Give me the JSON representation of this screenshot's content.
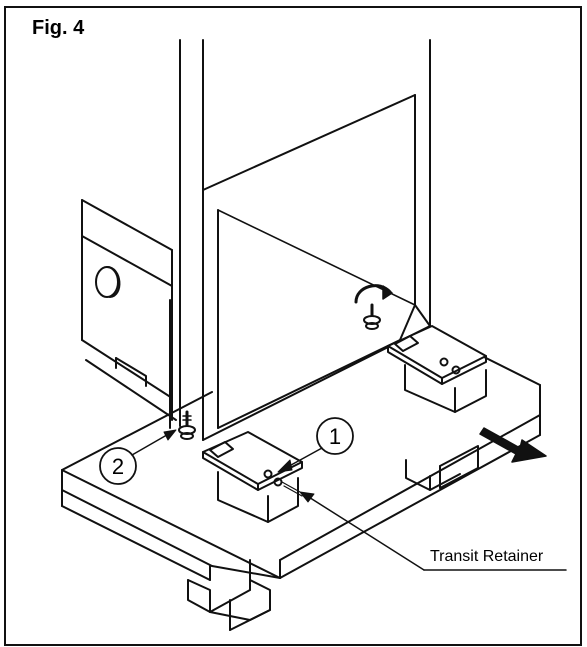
{
  "figure": {
    "title": "Fig. 4"
  },
  "callouts": [
    {
      "number": "1"
    },
    {
      "number": "2"
    }
  ],
  "labels": {
    "transit_retainer": "Transit Retainer"
  },
  "icons": [
    "rotation-arrow-icon",
    "direction-arrow-icon"
  ],
  "colors": {
    "line": "#111111",
    "background": "#ffffff"
  }
}
